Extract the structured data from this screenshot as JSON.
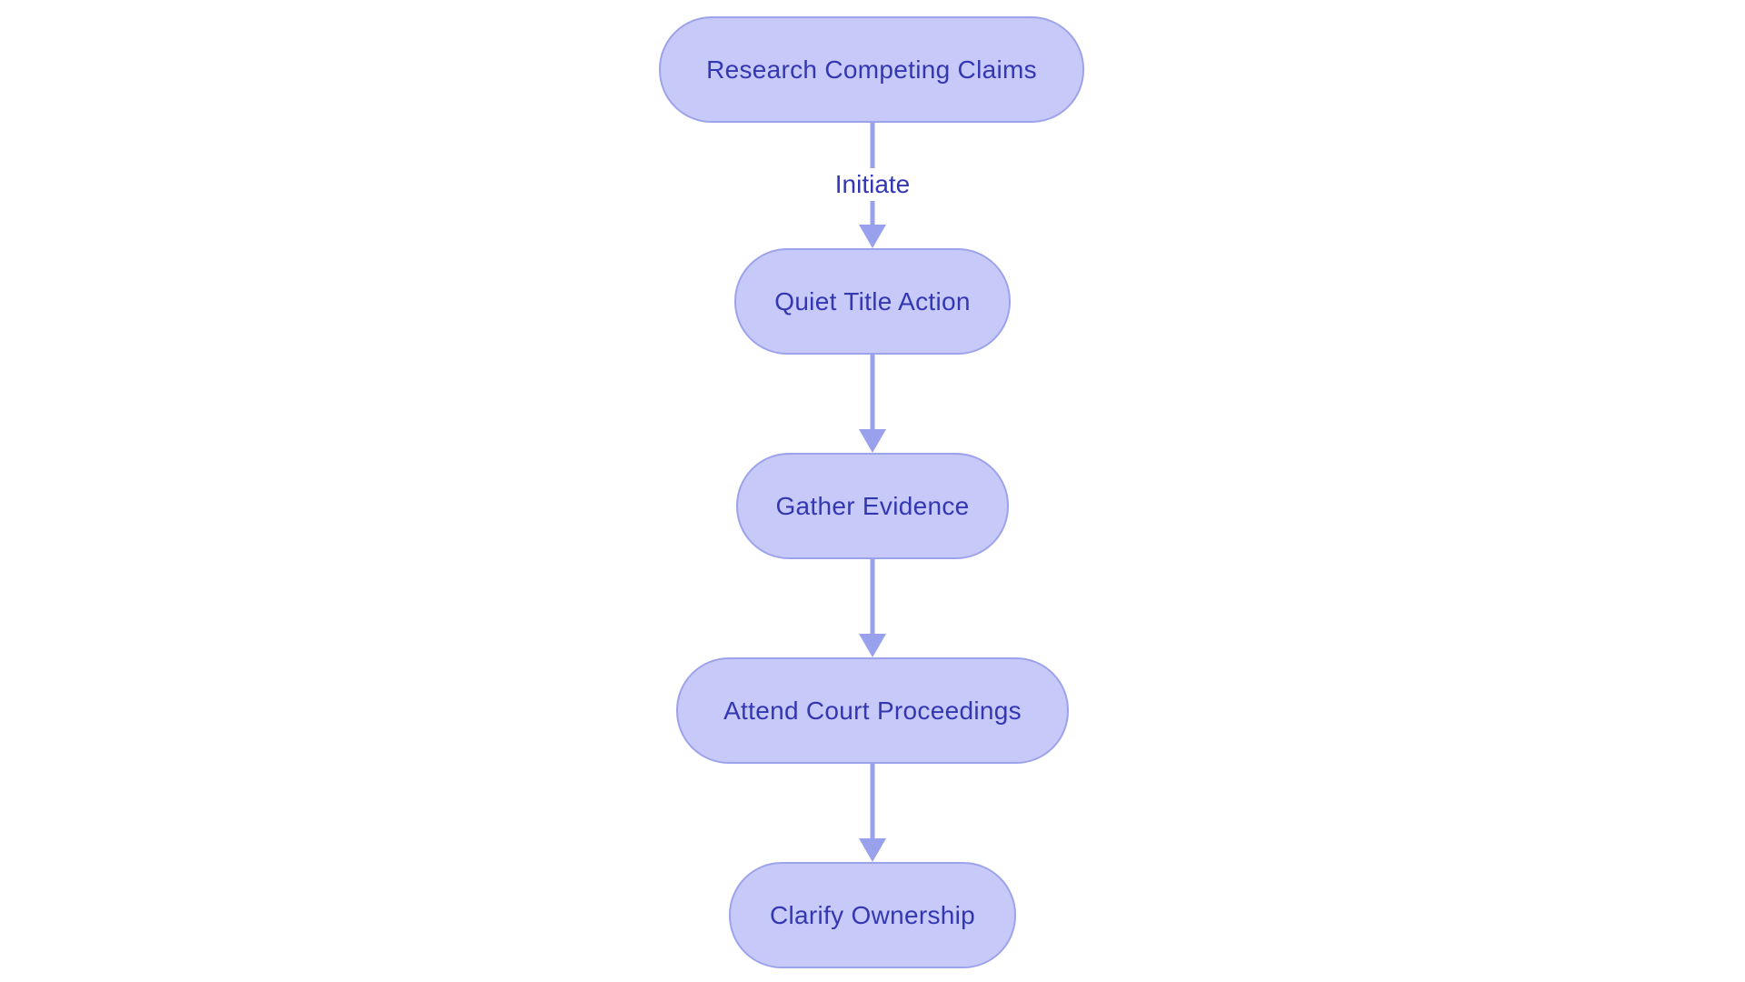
{
  "diagram": {
    "type": "flowchart",
    "direction": "top-down",
    "colors": {
      "background": "#ffffff",
      "node_fill": "#c7c9f8",
      "node_border": "#9da3eb",
      "arrow_color": "#99a0ec",
      "text_color": "#3437b2"
    },
    "nodes": [
      {
        "id": "research-competing-claims",
        "label": "Research Competing Claims"
      },
      {
        "id": "quiet-title-action",
        "label": "Quiet Title Action"
      },
      {
        "id": "gather-evidence",
        "label": "Gather Evidence"
      },
      {
        "id": "attend-court-proceedings",
        "label": "Attend Court Proceedings"
      },
      {
        "id": "clarify-ownership",
        "label": "Clarify Ownership"
      }
    ],
    "edges": [
      {
        "from": "research-competing-claims",
        "to": "quiet-title-action",
        "label": "Initiate"
      },
      {
        "from": "quiet-title-action",
        "to": "gather-evidence",
        "label": ""
      },
      {
        "from": "gather-evidence",
        "to": "attend-court-proceedings",
        "label": ""
      },
      {
        "from": "attend-court-proceedings",
        "to": "clarify-ownership",
        "label": ""
      }
    ]
  }
}
